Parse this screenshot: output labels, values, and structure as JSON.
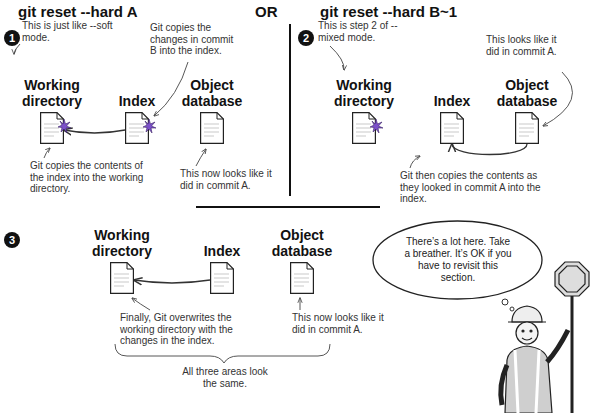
{
  "diagram": {
    "nodes": [
      {
        "text": [
          "Working directory"
        ]
      },
      {
        "text": [
          "Index"
        ]
      },
      {
        "text": [
          "Object database"
        ]
      },
      {
        "text": [
          "Working directory"
        ]
      },
      {
        "text": [
          "Index"
        ]
      },
      {
        "text": [
          "Object database"
        ]
      },
      {
        "text": [
          "Working directory"
        ]
      },
      {
        "text": [
          "Index"
        ]
      },
      {
        "text": [
          "Object database"
        ]
      },
      {
        "text": [
          "There’s a lot here. Take a breather. It’s OK if you have to revisit this section."
        ]
      }
    ],
    "edges": [
      {
        "from": 1,
        "to": 0,
        "arrow": "to"
      },
      {
        "from": 5,
        "to": 4,
        "arrow": "to"
      },
      {
        "from": 7,
        "to": 6,
        "arrow": "to"
      }
    ],
    "labels": [
      "git reset --hard A",
      "OR",
      "git reset --hard B~1",
      "1",
      "This is just like --soft mode.",
      "Git copies the changes in commit B into the index.",
      "Git copies the contents of the index into the working directory.",
      "This now looks like it did in commit A.",
      "2",
      "This is step 2 of --mixed mode.",
      "This looks like it did in commit A.",
      "Git then copies the contents as they looked in commit A into the index.",
      "3",
      "Finally, Git overwrites the working directory with the changes in the index.",
      "This now looks like it did in commit A.",
      "All three areas look the same."
    ]
  }
}
